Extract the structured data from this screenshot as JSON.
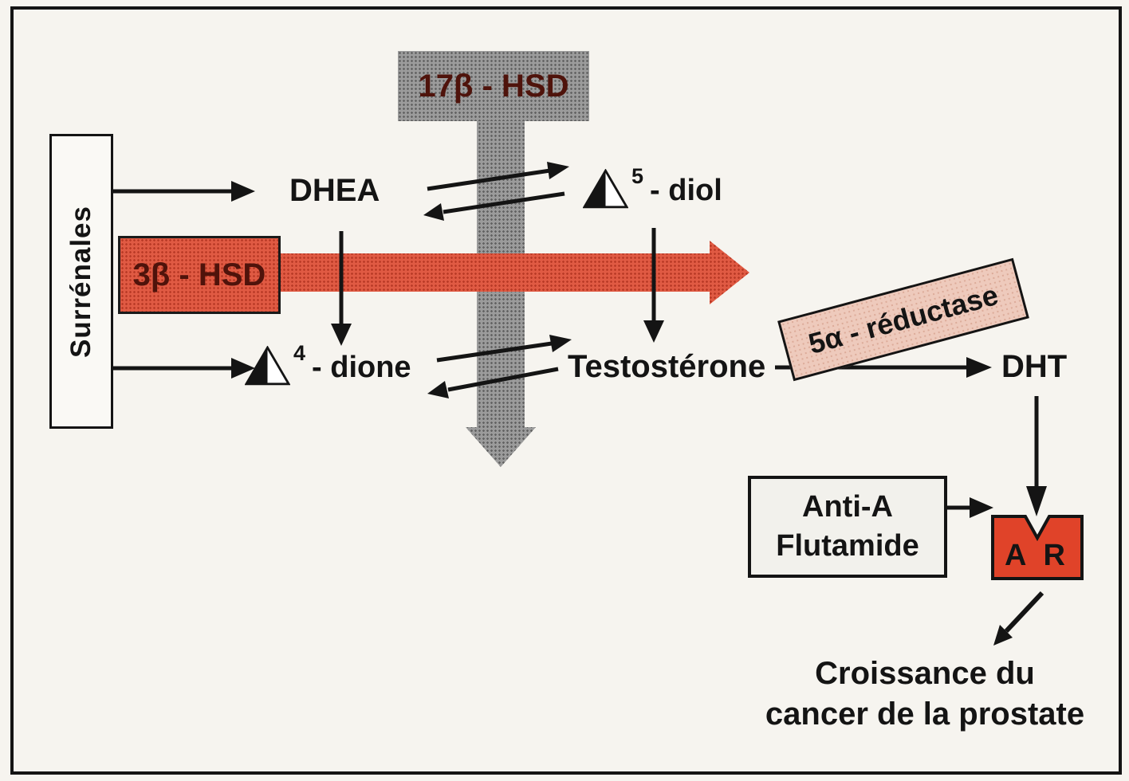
{
  "diagram": {
    "surrenales": {
      "label": "Surrénales"
    },
    "hsd17": {
      "label": "17β - HSD"
    },
    "hsd3": {
      "label": "3β - HSD"
    },
    "dhea": {
      "label": "DHEA"
    },
    "delta5": {
      "sup": "5",
      "suffix": "- diol"
    },
    "delta4": {
      "sup": "4",
      "suffix": "- dione"
    },
    "testosterone": {
      "label": "Testostérone"
    },
    "reductase": {
      "label": "5α - réductase"
    },
    "dht": {
      "label": "DHT"
    },
    "antia": {
      "line1": "Anti-A",
      "line2": "Flutamide"
    },
    "ar": {
      "label": "A R"
    },
    "outcome": {
      "line1": "Croissance du",
      "line2": "cancer de la prostate"
    }
  },
  "colors": {
    "red": "#e05a43",
    "gray": "#9b9b9b",
    "pink": "#eecabc",
    "enzyme_text": "#4f130b",
    "ar_red": "#e04329",
    "line_black": "#141414"
  }
}
